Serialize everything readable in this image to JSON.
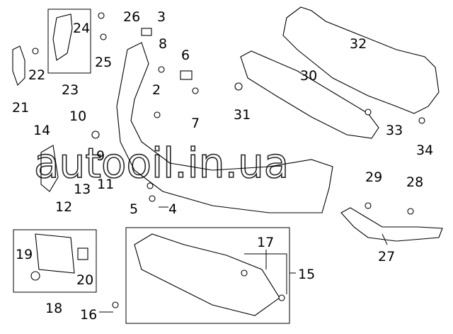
{
  "watermark": "autooil.in.ua",
  "callouts": {
    "c1": "26",
    "c2": "3",
    "c3": "24",
    "c4": "8",
    "c5": "6",
    "c6": "22",
    "c7": "25",
    "c8": "23",
    "c9": "21",
    "c10": "2",
    "c11": "7",
    "c12": "31",
    "c13": "30",
    "c14": "32",
    "c15": "33",
    "c16": "34",
    "c17": "14",
    "c18": "10",
    "c19": "9",
    "c20": "13",
    "c21": "11",
    "c22": "12",
    "c23": "5",
    "c24": "4",
    "c25": "29",
    "c26": "28",
    "c27": "27",
    "c28": "17",
    "c29": "15",
    "c30": "19",
    "c31": "20",
    "c32": "18",
    "c33": "16"
  }
}
